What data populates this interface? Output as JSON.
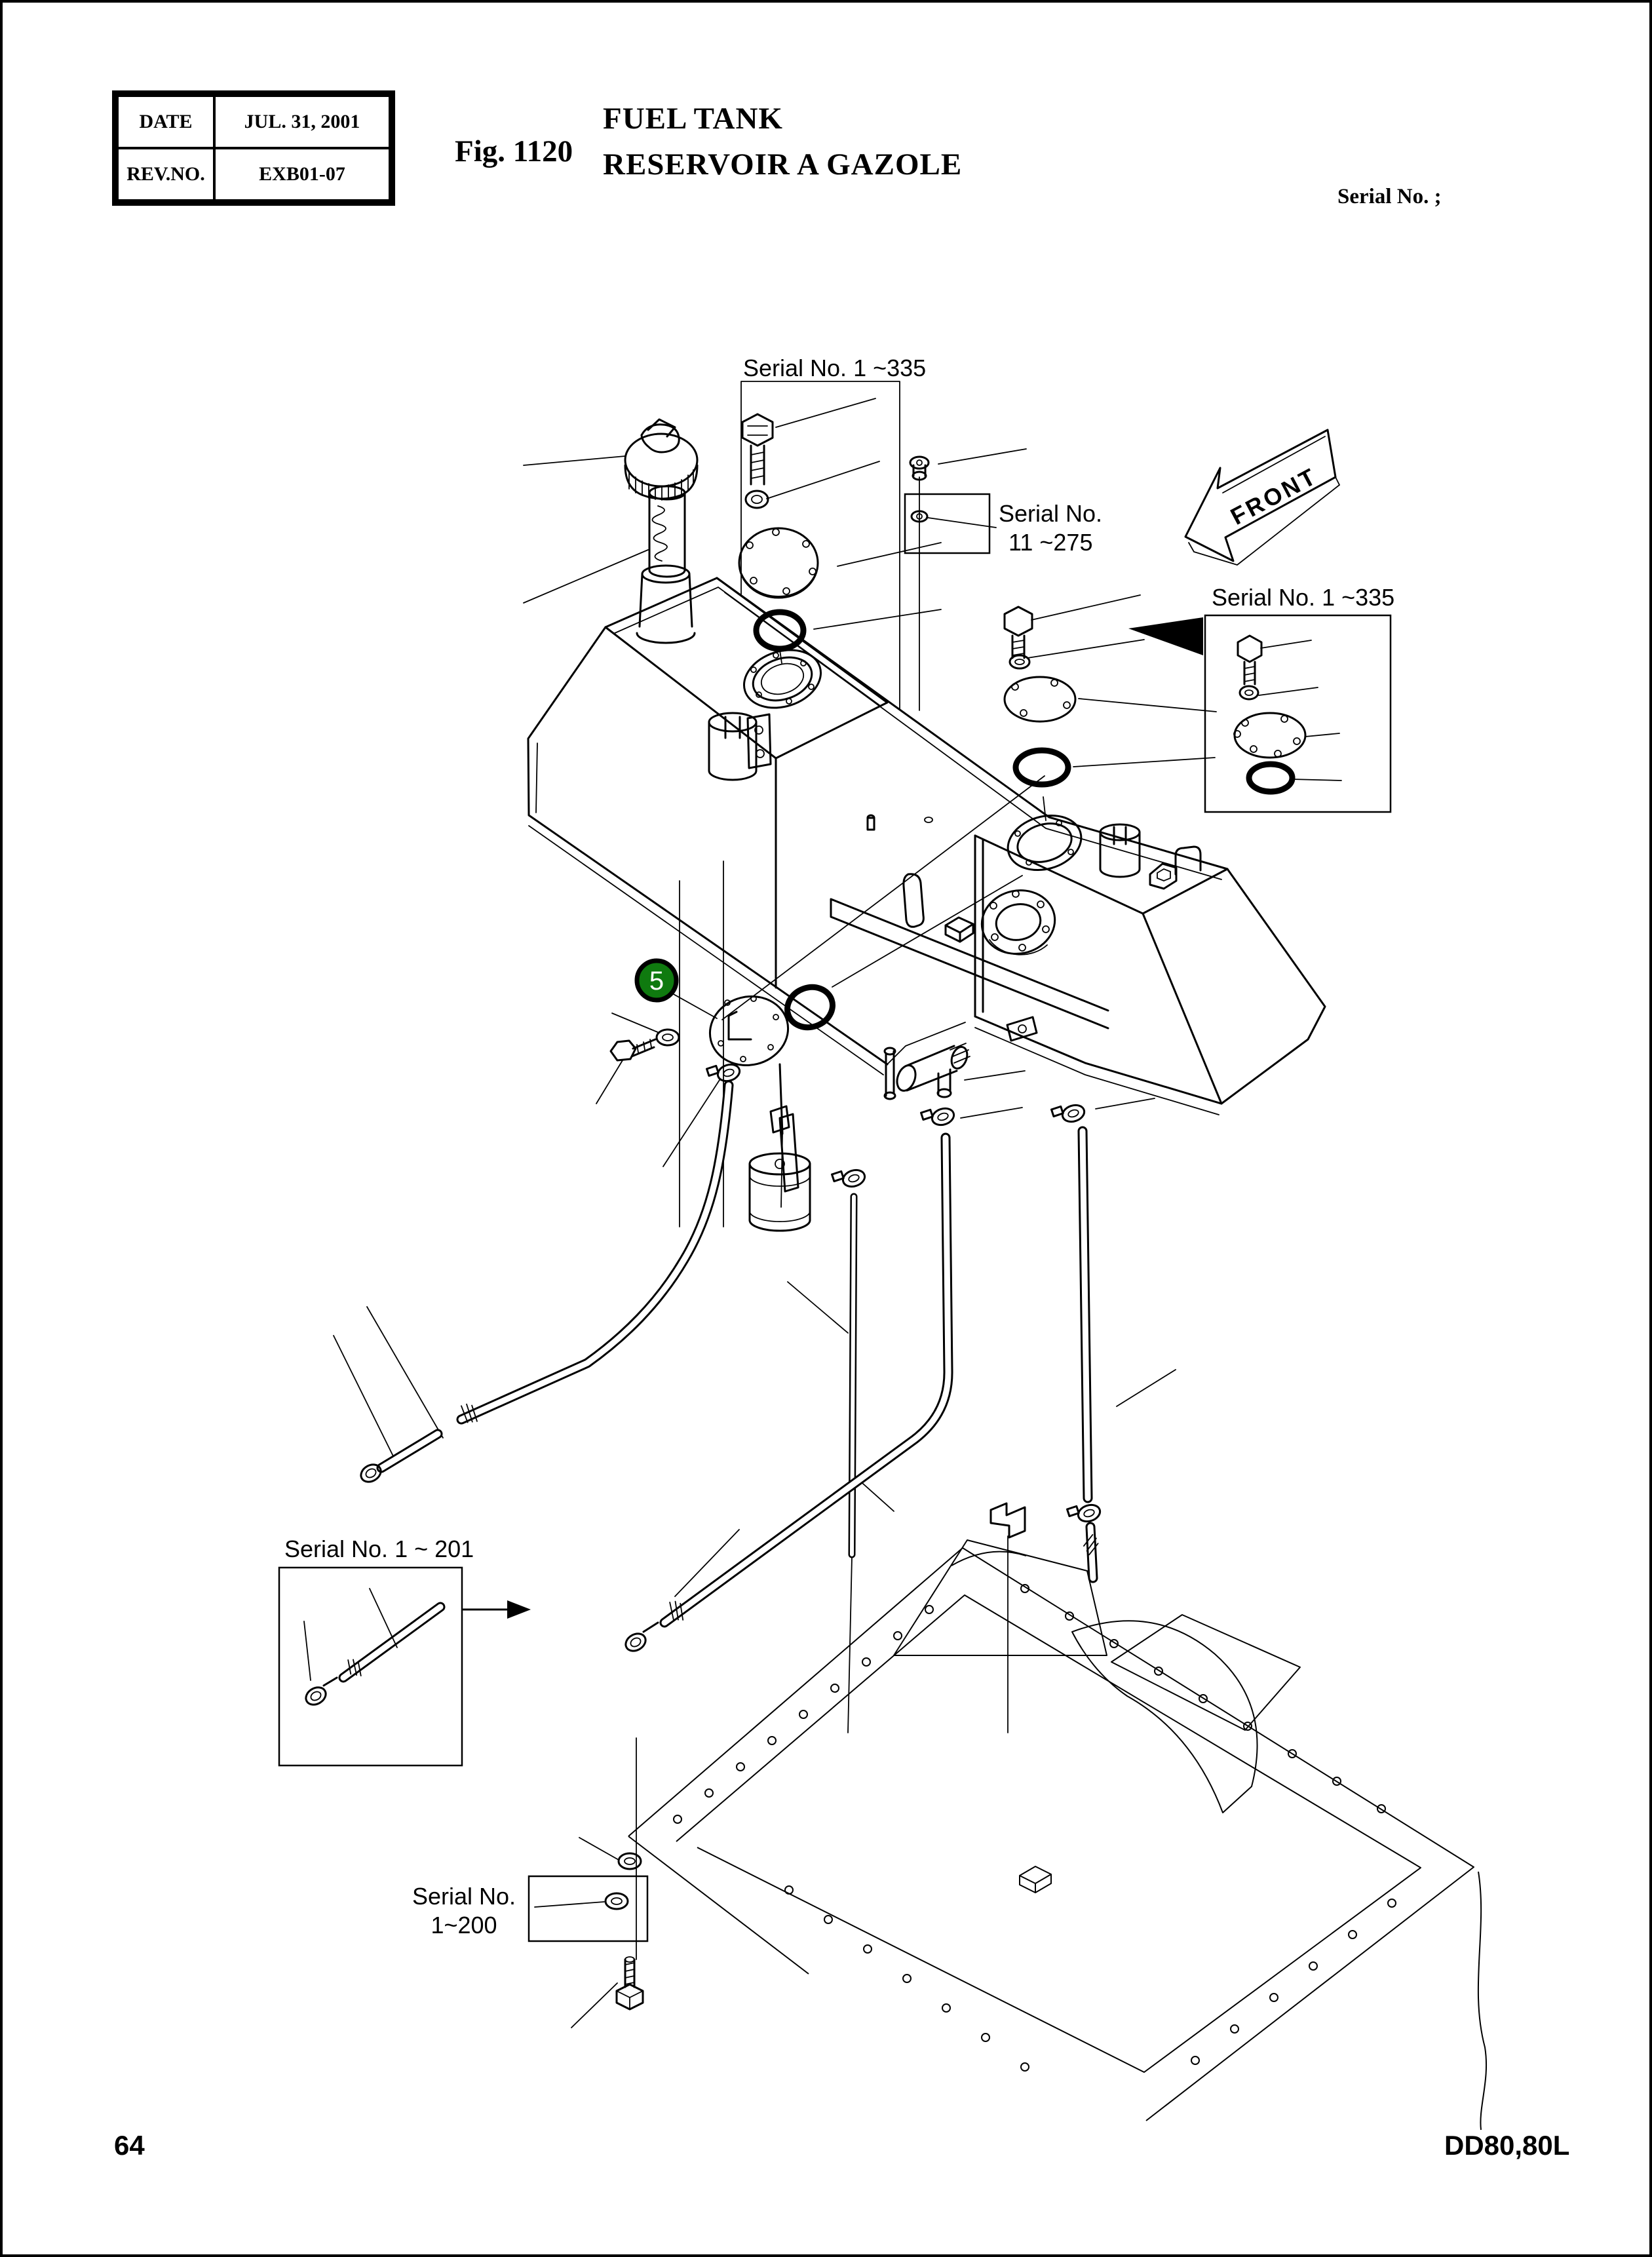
{
  "header": {
    "date_label": "DATE",
    "date_value": "JUL. 31, 2001",
    "rev_label": "REV.NO.",
    "rev_value": "EXB01-07",
    "fig_label": "Fig. 1120",
    "title_line1": "FUEL TANK",
    "title_line2": "RESERVOIR A GAZOLE",
    "serial_note": "Serial No. ;"
  },
  "callouts": {
    "top_serial": "Serial No. 1 ~335",
    "mid_serial_line1": "Serial No.",
    "mid_serial_line2": "11 ~275",
    "right_serial": "Serial No. 1 ~335",
    "lower_left_serial": "Serial No. 1 ~ 201",
    "bottom_serial_line1": "Serial No.",
    "bottom_serial_line2": "1~200"
  },
  "diagram": {
    "front_label": "FRONT",
    "balloon_number": "5",
    "balloon_color": "#0f7a0f"
  },
  "footer": {
    "page_number": "64",
    "model": "DD80,80L"
  }
}
